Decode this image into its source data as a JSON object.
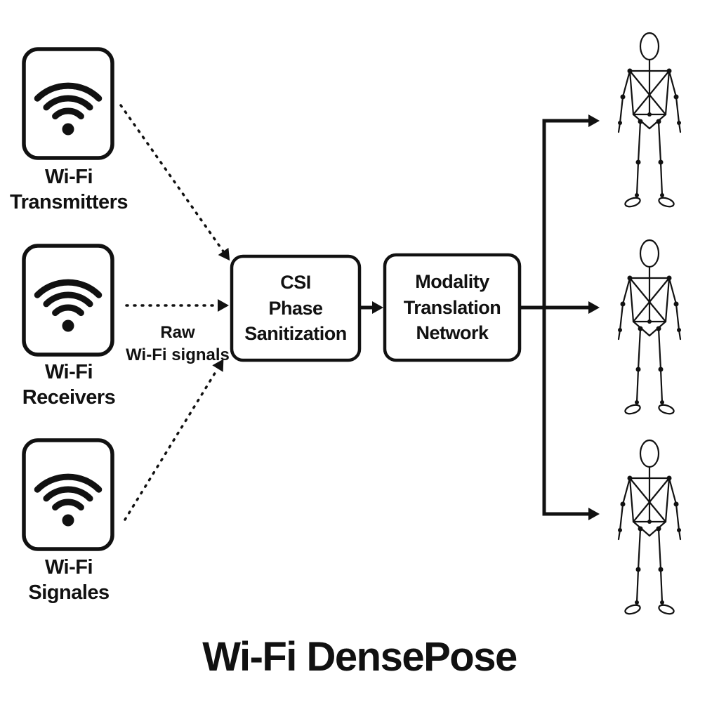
{
  "diagram": {
    "title": "Wi-Fi DensePose",
    "sources": [
      {
        "id": "wifi-transmitters",
        "line1": "Wi-Fi",
        "line2": "Transmitters"
      },
      {
        "id": "wifi-receivers",
        "line1": "Wi-Fi",
        "line2": "Receivers"
      },
      {
        "id": "wifi-signals",
        "line1": "Wi-Fi",
        "line2": "Signales"
      }
    ],
    "edge_label": {
      "line1": "Raw",
      "line2": "Wi-Fi signals"
    },
    "process_boxes": [
      {
        "id": "csi-phase-sanitization",
        "line1": "CSI",
        "line2": "Phase",
        "line3": "Sanitization"
      },
      {
        "id": "modality-translation-network",
        "line1": "Modality",
        "line2": "Translation",
        "line3": "Network"
      }
    ],
    "outputs": {
      "count": 3,
      "kind": "human-pose-wireframe-figure"
    },
    "colors": {
      "ink": "#111111",
      "background": "#ffffff"
    }
  }
}
